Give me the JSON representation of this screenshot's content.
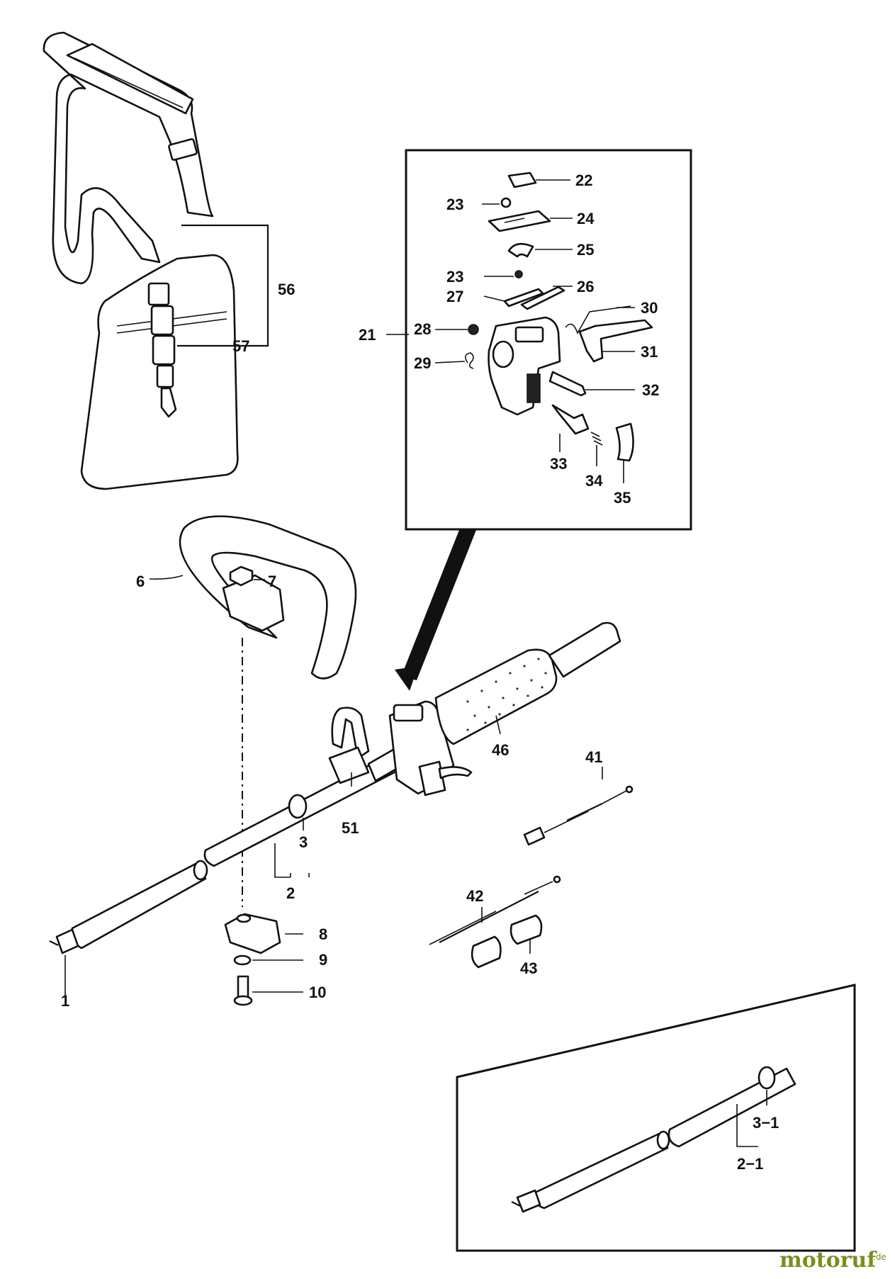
{
  "diagram": {
    "callouts": {
      "c1": "1",
      "c2": "2",
      "c3": "3",
      "c6": "6",
      "c7": "7",
      "c8": "8",
      "c9": "9",
      "c10": "10",
      "c21": "21",
      "c22": "22",
      "c23a": "23",
      "c23b": "23",
      "c24": "24",
      "c25": "25",
      "c26": "26",
      "c27": "27",
      "c28": "28",
      "c29": "29",
      "c30": "30",
      "c31": "31",
      "c32": "32",
      "c33": "33",
      "c34": "34",
      "c35": "35",
      "c41": "41",
      "c42": "42",
      "c43": "43",
      "c46": "46",
      "c51": "51",
      "c56": "56",
      "c57": "57",
      "c2_1": "2−1",
      "c3_1": "3−1"
    }
  },
  "watermark": {
    "brand": "motoruf",
    "tld": ".de"
  },
  "colors": {
    "line": "#111111",
    "background": "#ffffff",
    "watermark": "#7a8e1e"
  }
}
